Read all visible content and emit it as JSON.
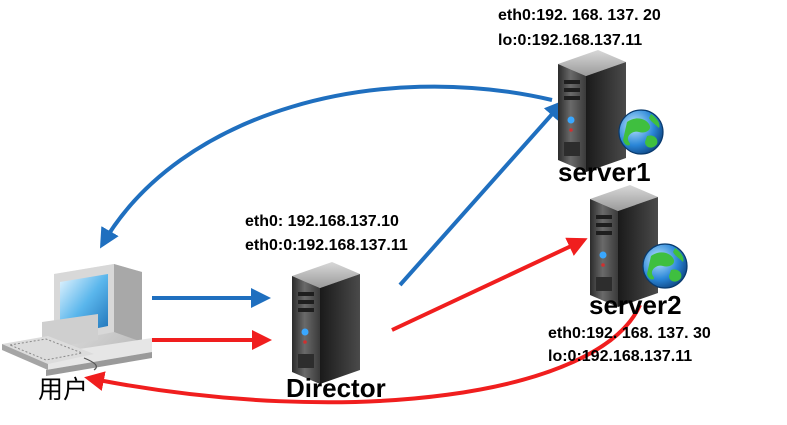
{
  "user": {
    "label": "用户"
  },
  "director": {
    "label": "Director",
    "eth0": "eth0: 192.168.137.10",
    "eth0_0": "eth0:0:192.168.137.11"
  },
  "server1": {
    "label": "server1",
    "eth0": "eth0:192. 168. 137. 20",
    "lo0": "lo:0:192.168.137.11"
  },
  "server2": {
    "label": "server2",
    "eth0": "eth0:192. 168. 137. 30",
    "lo0": "lo:0:192.168.137.11"
  },
  "colors": {
    "blue_path": "#1f6fbf",
    "red_path": "#f01e1e"
  }
}
